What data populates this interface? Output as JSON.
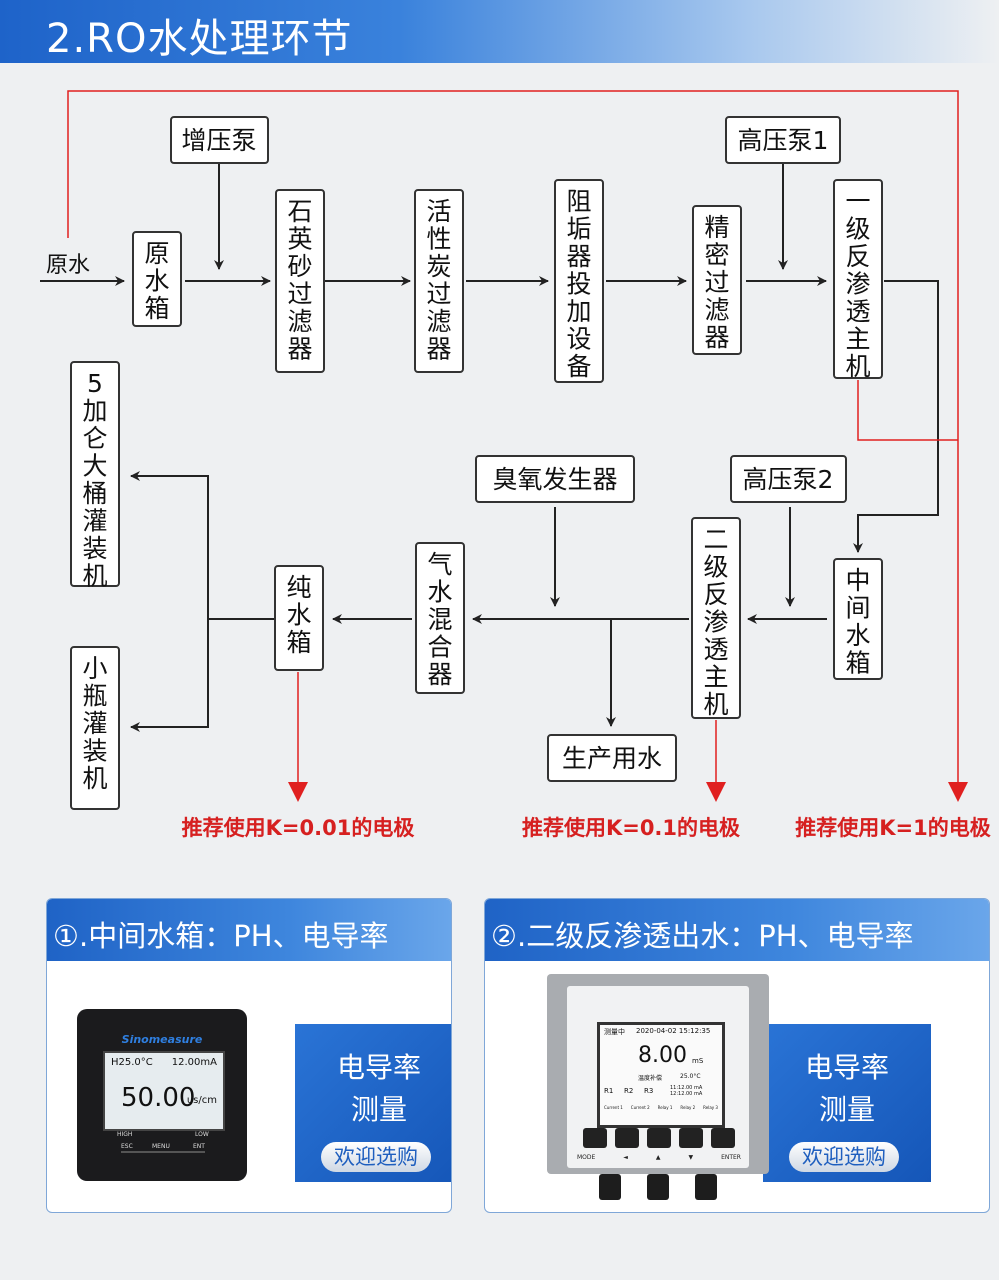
{
  "header": {
    "title": "2.RO水处理环节"
  },
  "diagram": {
    "input_label": "原水",
    "nodes": {
      "booster_pump": "增压泵",
      "raw_tank": "原水箱",
      "quartz_filter": "石英砂过滤器",
      "carbon_filter": "活性炭过滤器",
      "antiscalant": "阻垢器投加设备",
      "precision_filter": "精密过滤器",
      "hp_pump1": "高压泵1",
      "ro1": "一级反渗透主机",
      "ozone": "臭氧发生器",
      "hp_pump2": "高压泵2",
      "ro2": "二级反渗透主机",
      "mid_tank": "中间水箱",
      "gas_water_mixer": "气水混合器",
      "pure_tank": "纯水箱",
      "barrel_filler": "5加仑大桶灌装机",
      "bottle_filler": "小瓶灌装机",
      "production_water": "生产用水"
    },
    "recommendations": {
      "k001": "推荐使用K=0.01的电极",
      "k01": "推荐使用K=0.1的电极",
      "k1": "推荐使用K=1的电极"
    },
    "colors": {
      "line": "#222222",
      "red": "#e02020"
    }
  },
  "panels": [
    {
      "title": "①.中间水箱：PH、电导率",
      "badge_line1": "电导率",
      "badge_line2": "测量",
      "badge_button": "欢迎选购",
      "device": {
        "brand": "Sinomeasure",
        "temp": "H25.0°C",
        "current": "12.00mA",
        "value": "50.00",
        "unit": "us/cm",
        "btn_high": "HIGH",
        "btn_low": "LOW",
        "btn_esc": "ESC",
        "btn_menu": "MENU",
        "btn_ent": "ENT"
      }
    },
    {
      "title": "②.二级反渗透出水：PH、电导率",
      "badge_line1": "电导率",
      "badge_line2": "测量",
      "badge_button": "欢迎选购",
      "device": {
        "status": "测量中",
        "datetime": "2020-04-02  15:12:35",
        "value": "8.00",
        "unit": "mS",
        "comp_label": "温度补偿",
        "comp_value": "25.0°C",
        "r1": "R1",
        "r2": "R2",
        "r3": "R3",
        "i1": "11:12.00 mA",
        "i2": "12:12.00 mA",
        "tabs": [
          "Current 1",
          "Current 2",
          "Relay 1",
          "Relay 2",
          "Relay 3"
        ],
        "keys": [
          "MODE",
          "◄",
          "▲",
          "▼",
          "ENTER"
        ]
      }
    }
  ]
}
